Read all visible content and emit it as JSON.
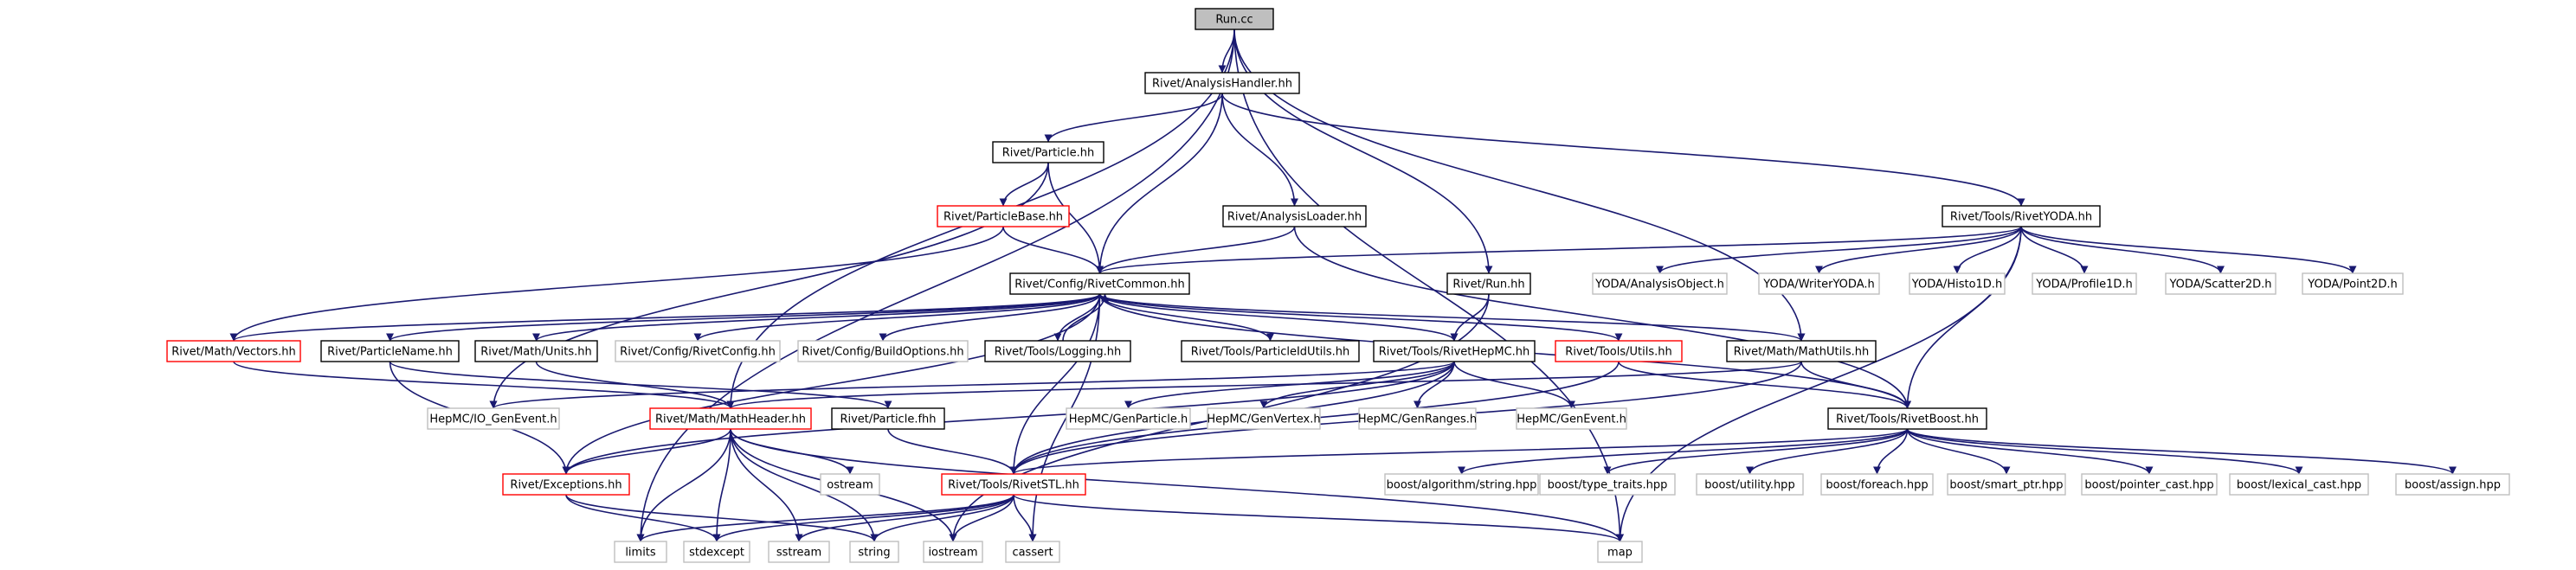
{
  "colors": {
    "edge": "#191970",
    "border_default": "#000000",
    "border_red": "#ff0000",
    "border_gray": "#bfbfbf",
    "fill_root": "#bfbfbf",
    "fill_default": "#ffffff"
  },
  "nodes": [
    {
      "id": "run_cc",
      "label": "Run.cc",
      "style": "root"
    },
    {
      "id": "analysis_handler",
      "label": "Rivet/AnalysisHandler.hh",
      "style": "default"
    },
    {
      "id": "particle",
      "label": "Rivet/Particle.hh",
      "style": "default"
    },
    {
      "id": "particle_base",
      "label": "Rivet/ParticleBase.hh",
      "style": "red"
    },
    {
      "id": "analysis_loader",
      "label": "Rivet/AnalysisLoader.hh",
      "style": "default"
    },
    {
      "id": "rivet_yoda",
      "label": "Rivet/Tools/RivetYODA.hh",
      "style": "default"
    },
    {
      "id": "rivet_common",
      "label": "Rivet/Config/RivetCommon.hh",
      "style": "default"
    },
    {
      "id": "rivet_run",
      "label": "Rivet/Run.hh",
      "style": "default"
    },
    {
      "id": "yoda_ao",
      "label": "YODA/AnalysisObject.h",
      "style": "gray"
    },
    {
      "id": "yoda_writer",
      "label": "YODA/WriterYODA.h",
      "style": "gray"
    },
    {
      "id": "yoda_h1d",
      "label": "YODA/Histo1D.h",
      "style": "gray"
    },
    {
      "id": "yoda_p1d",
      "label": "YODA/Profile1D.h",
      "style": "gray"
    },
    {
      "id": "yoda_s2d",
      "label": "YODA/Scatter2D.h",
      "style": "gray"
    },
    {
      "id": "yoda_pt2d",
      "label": "YODA/Point2D.h",
      "style": "gray"
    },
    {
      "id": "math_vectors",
      "label": "Rivet/Math/Vectors.hh",
      "style": "red"
    },
    {
      "id": "particle_name",
      "label": "Rivet/ParticleName.hh",
      "style": "default"
    },
    {
      "id": "math_units",
      "label": "Rivet/Math/Units.hh",
      "style": "default"
    },
    {
      "id": "rivet_config",
      "label": "Rivet/Config/RivetConfig.hh",
      "style": "gray"
    },
    {
      "id": "build_options",
      "label": "Rivet/Config/BuildOptions.hh",
      "style": "gray"
    },
    {
      "id": "tools_logging",
      "label": "Rivet/Tools/Logging.hh",
      "style": "default"
    },
    {
      "id": "particle_id_utils",
      "label": "Rivet/Tools/ParticleIdUtils.hh",
      "style": "default"
    },
    {
      "id": "rivet_hepmc",
      "label": "Rivet/Tools/RivetHepMC.hh",
      "style": "default"
    },
    {
      "id": "tools_utils",
      "label": "Rivet/Tools/Utils.hh",
      "style": "red"
    },
    {
      "id": "math_utils",
      "label": "Rivet/Math/MathUtils.hh",
      "style": "default"
    },
    {
      "id": "io_genevent",
      "label": "HepMC/IO_GenEvent.h",
      "style": "gray"
    },
    {
      "id": "math_header",
      "label": "Rivet/Math/MathHeader.hh",
      "style": "red"
    },
    {
      "id": "particle_fhh",
      "label": "Rivet/Particle.fhh",
      "style": "default"
    },
    {
      "id": "gen_particle",
      "label": "HepMC/GenParticle.h",
      "style": "gray"
    },
    {
      "id": "gen_vertex",
      "label": "HepMC/GenVertex.h",
      "style": "gray"
    },
    {
      "id": "gen_ranges",
      "label": "HepMC/GenRanges.h",
      "style": "gray"
    },
    {
      "id": "gen_event",
      "label": "HepMC/GenEvent.h",
      "style": "gray"
    },
    {
      "id": "rivet_boost",
      "label": "Rivet/Tools/RivetBoost.hh",
      "style": "default"
    },
    {
      "id": "exceptions",
      "label": "Rivet/Exceptions.hh",
      "style": "red"
    },
    {
      "id": "ostream",
      "label": "ostream",
      "style": "gray"
    },
    {
      "id": "rivet_stl",
      "label": "Rivet/Tools/RivetSTL.hh",
      "style": "red"
    },
    {
      "id": "boost_algo",
      "label": "boost/algorithm/string.hpp",
      "style": "gray"
    },
    {
      "id": "boost_tt",
      "label": "boost/type_traits.hpp",
      "style": "gray"
    },
    {
      "id": "boost_utility",
      "label": "boost/utility.hpp",
      "style": "gray"
    },
    {
      "id": "boost_foreach",
      "label": "boost/foreach.hpp",
      "style": "gray"
    },
    {
      "id": "boost_smart",
      "label": "boost/smart_ptr.hpp",
      "style": "gray"
    },
    {
      "id": "boost_pointer",
      "label": "boost/pointer_cast.hpp",
      "style": "gray"
    },
    {
      "id": "boost_lexical",
      "label": "boost/lexical_cast.hpp",
      "style": "gray"
    },
    {
      "id": "boost_assign",
      "label": "boost/assign.hpp",
      "style": "gray"
    },
    {
      "id": "limits",
      "label": "limits",
      "style": "gray"
    },
    {
      "id": "stdexcept",
      "label": "stdexcept",
      "style": "gray"
    },
    {
      "id": "sstream",
      "label": "sstream",
      "style": "gray"
    },
    {
      "id": "string",
      "label": "string",
      "style": "gray"
    },
    {
      "id": "iostream",
      "label": "iostream",
      "style": "gray"
    },
    {
      "id": "cassert",
      "label": "cassert",
      "style": "gray"
    },
    {
      "id": "map",
      "label": "map",
      "style": "gray"
    }
  ],
  "edges": [
    [
      "run_cc",
      "analysis_handler"
    ],
    [
      "run_cc",
      "rivet_run"
    ],
    [
      "run_cc",
      "math_utils"
    ],
    [
      "run_cc",
      "limits"
    ],
    [
      "run_cc",
      "math_header"
    ],
    [
      "run_cc",
      "map"
    ],
    [
      "analysis_handler",
      "particle"
    ],
    [
      "analysis_handler",
      "rivet_common"
    ],
    [
      "analysis_handler",
      "analysis_loader"
    ],
    [
      "analysis_handler",
      "rivet_yoda"
    ],
    [
      "particle",
      "particle_base"
    ],
    [
      "particle",
      "rivet_common"
    ],
    [
      "particle",
      "io_genevent"
    ],
    [
      "particle_base",
      "rivet_common"
    ],
    [
      "particle_base",
      "math_vectors"
    ],
    [
      "analysis_loader",
      "rivet_common"
    ],
    [
      "analysis_loader",
      "rivet_boost"
    ],
    [
      "rivet_yoda",
      "rivet_common"
    ],
    [
      "rivet_yoda",
      "yoda_ao"
    ],
    [
      "rivet_yoda",
      "yoda_writer"
    ],
    [
      "rivet_yoda",
      "yoda_h1d"
    ],
    [
      "rivet_yoda",
      "yoda_p1d"
    ],
    [
      "rivet_yoda",
      "yoda_s2d"
    ],
    [
      "rivet_yoda",
      "yoda_pt2d"
    ],
    [
      "rivet_yoda",
      "rivet_boost"
    ],
    [
      "rivet_yoda",
      "map"
    ],
    [
      "rivet_run",
      "rivet_hepmc"
    ],
    [
      "rivet_run",
      "iostream"
    ],
    [
      "rivet_common",
      "math_vectors"
    ],
    [
      "rivet_common",
      "particle_name"
    ],
    [
      "rivet_common",
      "math_units"
    ],
    [
      "rivet_common",
      "rivet_config"
    ],
    [
      "rivet_common",
      "build_options"
    ],
    [
      "rivet_common",
      "tools_logging"
    ],
    [
      "rivet_common",
      "particle_id_utils"
    ],
    [
      "rivet_common",
      "rivet_hepmc"
    ],
    [
      "rivet_common",
      "tools_utils"
    ],
    [
      "rivet_common",
      "math_utils"
    ],
    [
      "rivet_common",
      "rivet_boost"
    ],
    [
      "rivet_common",
      "exceptions"
    ],
    [
      "rivet_common",
      "rivet_stl"
    ],
    [
      "rivet_common",
      "cassert"
    ],
    [
      "tools_logging",
      "rivet_common"
    ],
    [
      "math_vectors",
      "math_header"
    ],
    [
      "particle_name",
      "exceptions"
    ],
    [
      "particle_name",
      "particle_fhh"
    ],
    [
      "math_units",
      "math_header"
    ],
    [
      "rivet_hepmc",
      "io_genevent"
    ],
    [
      "rivet_hepmc",
      "gen_particle"
    ],
    [
      "rivet_hepmc",
      "gen_vertex"
    ],
    [
      "rivet_hepmc",
      "gen_ranges"
    ],
    [
      "rivet_hepmc",
      "gen_event"
    ],
    [
      "rivet_hepmc",
      "rivet_stl"
    ],
    [
      "rivet_hepmc",
      "exceptions"
    ],
    [
      "tools_utils",
      "rivet_boost"
    ],
    [
      "tools_utils",
      "rivet_stl"
    ],
    [
      "math_utils",
      "math_header"
    ],
    [
      "math_utils",
      "rivet_boost"
    ],
    [
      "math_utils",
      "rivet_stl"
    ],
    [
      "math_header",
      "exceptions"
    ],
    [
      "math_header",
      "ostream"
    ],
    [
      "math_header",
      "limits"
    ],
    [
      "math_header",
      "stdexcept"
    ],
    [
      "math_header",
      "sstream"
    ],
    [
      "math_header",
      "string"
    ],
    [
      "math_header",
      "iostream"
    ],
    [
      "math_header",
      "map"
    ],
    [
      "particle_fhh",
      "rivet_stl"
    ],
    [
      "exceptions",
      "string"
    ],
    [
      "exceptions",
      "stdexcept"
    ],
    [
      "rivet_boost",
      "boost_algo"
    ],
    [
      "rivet_boost",
      "boost_tt"
    ],
    [
      "rivet_boost",
      "boost_utility"
    ],
    [
      "rivet_boost",
      "boost_foreach"
    ],
    [
      "rivet_boost",
      "boost_smart"
    ],
    [
      "rivet_boost",
      "boost_pointer"
    ],
    [
      "rivet_boost",
      "boost_lexical"
    ],
    [
      "rivet_boost",
      "boost_assign"
    ],
    [
      "rivet_boost",
      "rivet_stl"
    ],
    [
      "rivet_stl",
      "limits"
    ],
    [
      "rivet_stl",
      "stdexcept"
    ],
    [
      "rivet_stl",
      "sstream"
    ],
    [
      "rivet_stl",
      "string"
    ],
    [
      "rivet_stl",
      "iostream"
    ],
    [
      "rivet_stl",
      "cassert"
    ],
    [
      "rivet_stl",
      "map"
    ]
  ]
}
